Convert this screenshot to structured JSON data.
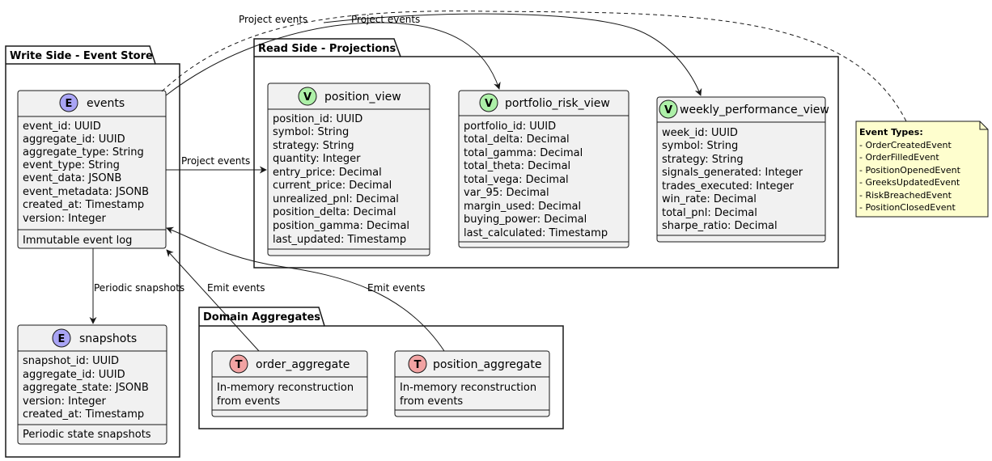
{
  "packages": {
    "write": "Write Side - Event Store",
    "read": "Read Side - Projections",
    "domain": "Domain Aggregates"
  },
  "classes": {
    "events": {
      "stereotype": "E",
      "name": "events",
      "fields": [
        "event_id: UUID",
        "aggregate_id: UUID",
        "aggregate_type: String",
        "event_type: String",
        "event_data: JSONB",
        "event_metadata: JSONB",
        "created_at: Timestamp",
        "version: Integer"
      ],
      "note": "Immutable event log"
    },
    "snapshots": {
      "stereotype": "E",
      "name": "snapshots",
      "fields": [
        "snapshot_id: UUID",
        "aggregate_id: UUID",
        "aggregate_state: JSONB",
        "version: Integer",
        "created_at: Timestamp"
      ],
      "note": "Periodic state snapshots"
    },
    "position_view": {
      "stereotype": "V",
      "name": "position_view",
      "fields": [
        "position_id: UUID",
        "symbol: String",
        "strategy: String",
        "quantity: Integer",
        "entry_price: Decimal",
        "current_price: Decimal",
        "unrealized_pnl: Decimal",
        "position_delta: Decimal",
        "position_gamma: Decimal",
        "last_updated: Timestamp"
      ]
    },
    "portfolio_risk_view": {
      "stereotype": "V",
      "name": "portfolio_risk_view",
      "fields": [
        "portfolio_id: UUID",
        "total_delta: Decimal",
        "total_gamma: Decimal",
        "total_theta: Decimal",
        "total_vega: Decimal",
        "var_95: Decimal",
        "margin_used: Decimal",
        "buying_power: Decimal",
        "last_calculated: Timestamp"
      ]
    },
    "weekly_performance_view": {
      "stereotype": "V",
      "name": "weekly_performance_view",
      "fields": [
        "week_id: UUID",
        "symbol: String",
        "strategy: String",
        "signals_generated: Integer",
        "trades_executed: Integer",
        "win_rate: Decimal",
        "total_pnl: Decimal",
        "sharpe_ratio: Decimal"
      ]
    },
    "order_aggregate": {
      "stereotype": "T",
      "name": "order_aggregate",
      "lines": [
        "In-memory reconstruction",
        "from events"
      ]
    },
    "position_aggregate": {
      "stereotype": "T",
      "name": "position_aggregate",
      "lines": [
        "In-memory reconstruction",
        "from events"
      ]
    }
  },
  "edges": {
    "project_to_position": "Project events",
    "project_to_risk": "Project events",
    "project_to_weekly": "Project events",
    "snapshots": "Periodic snapshots",
    "emit_order": "Emit events",
    "emit_position": "Emit events"
  },
  "note": {
    "title": "Event Types:",
    "items": [
      "- OrderCreatedEvent",
      "- OrderFilledEvent",
      "- PositionOpenedEvent",
      "- GreeksUpdatedEvent",
      "- RiskBreachedEvent",
      "- PositionClosedEvent"
    ]
  },
  "colors": {
    "class_bg": "#f1f1f1",
    "class_border": "#181818",
    "badge_entity": "#a9a4f5",
    "badge_view": "#adf0a8",
    "badge_table": "#f2a3a3",
    "note_bg": "#fefece"
  }
}
